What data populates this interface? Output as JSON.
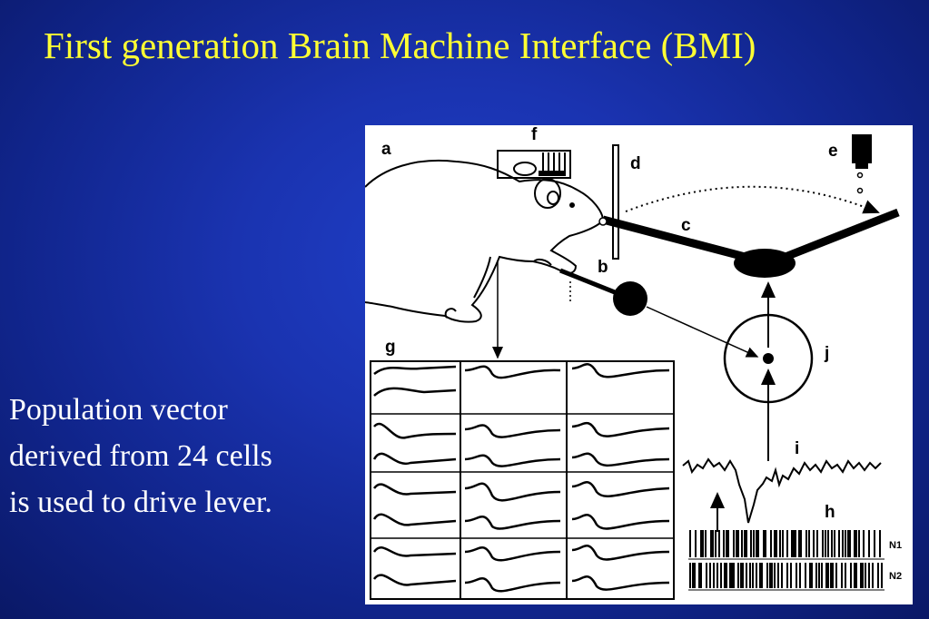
{
  "slide": {
    "title": "First generation Brain Machine Interface (BMI)",
    "body_lines": [
      "Population vector",
      "derived from 24 cells",
      "is used to drive lever."
    ]
  },
  "figure": {
    "labels": {
      "a": "a",
      "b": "b",
      "c": "c",
      "d": "d",
      "e": "e",
      "f": "f",
      "g": "g",
      "h": "h",
      "i": "i",
      "j": "j",
      "n1": "N1",
      "n2": "N2"
    },
    "colors": {
      "title": "#ffff33",
      "body_text": "#ffffff",
      "background": "#1a33b0",
      "figure_bg": "#ffffff",
      "ink": "#000000"
    }
  }
}
